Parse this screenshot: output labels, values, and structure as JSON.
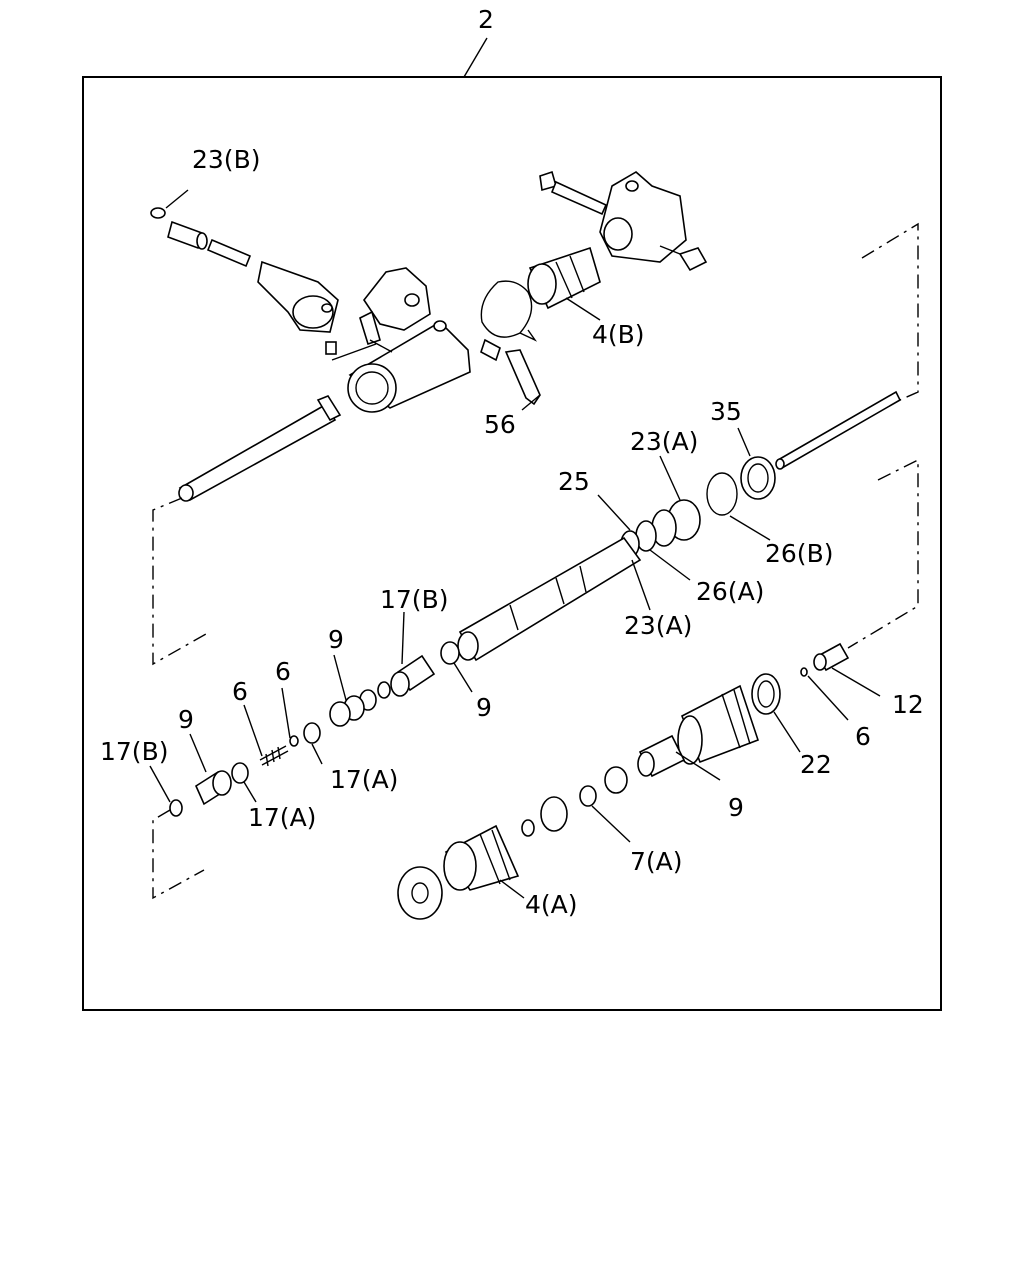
{
  "diagram": {
    "assembly_number": "2",
    "labels": {
      "l_23b": "23(B)",
      "l_4b": "4(B)",
      "l_56": "56",
      "l_35": "35",
      "l_23a_top": "23(A)",
      "l_25": "25",
      "l_26b": "26(B)",
      "l_26a": "26(A)",
      "l_23a_mid": "23(A)",
      "l_17b_mid": "17(B)",
      "l_9_mid": "9",
      "l_9_right": "9",
      "l_6_top": "6",
      "l_6_left": "6",
      "l_9_left": "9",
      "l_17b_left": "17(B)",
      "l_17a_mid": "17(A)",
      "l_17a_left": "17(A)",
      "l_12": "12",
      "l_6_right": "6",
      "l_22": "22",
      "l_9_bottom": "9",
      "l_7a": "7(A)",
      "l_4a": "4(A)"
    }
  }
}
